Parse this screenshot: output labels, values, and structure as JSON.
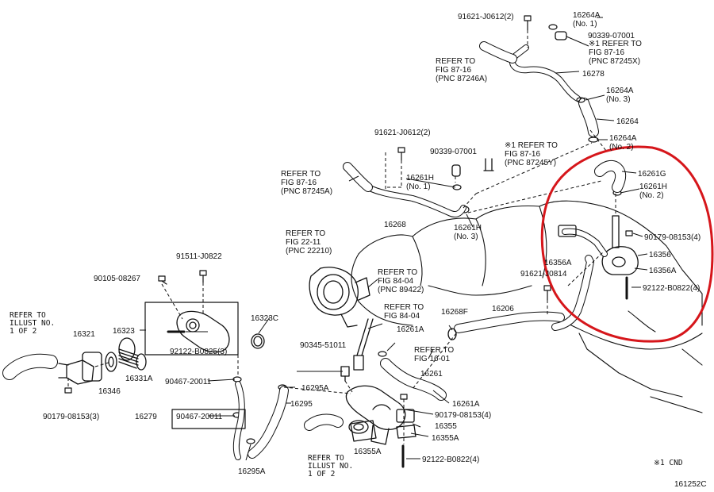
{
  "labels": [
    {
      "id": "91621-J0612-top",
      "lines": [
        "91621-J0612(2)"
      ]
    },
    {
      "id": "16264A-no1",
      "lines": [
        "16264A",
        "(No. 1)"
      ]
    },
    {
      "id": "90339-07001-top",
      "lines": [
        "90339-07001"
      ]
    },
    {
      "id": "refer-87245x",
      "lines": [
        "※1 REFER TO",
        "FIG 87-16",
        "(PNC 87245X)"
      ]
    },
    {
      "id": "refer-87246a",
      "lines": [
        "REFER TO",
        "FIG 87-16",
        "(PNC 87246A)"
      ]
    },
    {
      "id": "16278",
      "lines": [
        "16278"
      ]
    },
    {
      "id": "16264A-no3",
      "lines": [
        "16264A",
        "(No. 3)"
      ]
    },
    {
      "id": "16264",
      "lines": [
        "16264"
      ]
    },
    {
      "id": "16264A-no2",
      "lines": [
        "16264A",
        "(No. 2)"
      ]
    },
    {
      "id": "91621-J0612-mid",
      "lines": [
        "91621-J0612(2)"
      ]
    },
    {
      "id": "90339-07001-mid",
      "lines": [
        "90339-07001"
      ]
    },
    {
      "id": "refer-87245y",
      "lines": [
        "※1 REFER TO",
        "FIG 87-16",
        "(PNC 87245Y)"
      ]
    },
    {
      "id": "16261G",
      "lines": [
        "16261G"
      ]
    },
    {
      "id": "16261H-no2",
      "lines": [
        "16261H",
        "(No. 2)"
      ]
    },
    {
      "id": "refer-87245a",
      "lines": [
        "REFER TO",
        "FIG 87-16",
        "(PNC 87245A)"
      ]
    },
    {
      "id": "16261H-no1",
      "lines": [
        "16261H",
        "(No. 1)"
      ]
    },
    {
      "id": "16268",
      "lines": [
        "16268"
      ]
    },
    {
      "id": "16261H-no3",
      "lines": [
        "16261H",
        "(No. 3)"
      ]
    },
    {
      "id": "refer-22210",
      "lines": [
        "REFER TO",
        "FIG 22-11",
        "(PNC 22210)"
      ]
    },
    {
      "id": "90179-08153-right",
      "lines": [
        "90179-08153(4)"
      ]
    },
    {
      "id": "16356",
      "lines": [
        "16356"
      ]
    },
    {
      "id": "16356A-left",
      "lines": [
        "16356A"
      ]
    },
    {
      "id": "16356A-right",
      "lines": [
        "16356A"
      ]
    },
    {
      "id": "91621-J0814",
      "lines": [
        "91621-J0814"
      ]
    },
    {
      "id": "92122-B0822-right",
      "lines": [
        "92122-B0822(4)"
      ]
    },
    {
      "id": "91511-J0822",
      "lines": [
        "91511-J0822"
      ]
    },
    {
      "id": "90105-08267",
      "lines": [
        "90105-08267"
      ]
    },
    {
      "id": "refer-89422",
      "lines": [
        "REFER TO",
        "FIG 84-04",
        "(PNC 89422)"
      ]
    },
    {
      "id": "refer-84-04",
      "lines": [
        "REFER TO",
        "FIG 84-04"
      ]
    },
    {
      "id": "16268F",
      "lines": [
        "16268F"
      ]
    },
    {
      "id": "16206",
      "lines": [
        "16206"
      ]
    },
    {
      "id": "16261A-upper",
      "lines": [
        "16261A"
      ]
    },
    {
      "id": "refer-16-01",
      "lines": [
        "REFER TO",
        "FIG 16-01"
      ]
    },
    {
      "id": "16261",
      "lines": [
        "16261"
      ]
    },
    {
      "id": "refer-illust-left",
      "lines": [
        "REFER TO",
        "ILLUST NO.",
        "1 OF 2"
      ]
    },
    {
      "id": "16321",
      "lines": [
        "16321"
      ]
    },
    {
      "id": "16323",
      "lines": [
        "16323"
      ]
    },
    {
      "id": "16323C",
      "lines": [
        "16323C"
      ]
    },
    {
      "id": "92122-B0825",
      "lines": [
        "92122-B0825(3)"
      ]
    },
    {
      "id": "16346",
      "lines": [
        "16346"
      ]
    },
    {
      "id": "16331A",
      "lines": [
        "16331A"
      ]
    },
    {
      "id": "90345-51011",
      "lines": [
        "90345-51011"
      ]
    },
    {
      "id": "90467-20011-upper",
      "lines": [
        "90467-20011"
      ]
    },
    {
      "id": "16295A-upper",
      "lines": [
        "16295A"
      ]
    },
    {
      "id": "16261A-lower",
      "lines": [
        "16261A"
      ]
    },
    {
      "id": "90179-08153-left",
      "lines": [
        "90179-08153(3)"
      ]
    },
    {
      "id": "16279",
      "lines": [
        "16279"
      ]
    },
    {
      "id": "90467-20011-lower",
      "lines": [
        "90467-20011"
      ]
    },
    {
      "id": "16295",
      "lines": [
        "16295"
      ]
    },
    {
      "id": "90179-08153-center",
      "lines": [
        "90179-08153(4)"
      ]
    },
    {
      "id": "16355",
      "lines": [
        "16355"
      ]
    },
    {
      "id": "16355A-right",
      "lines": [
        "16355A"
      ]
    },
    {
      "id": "16355A-left",
      "lines": [
        "16355A"
      ]
    },
    {
      "id": "refer-illust-bottom",
      "lines": [
        "REFER TO",
        "ILLUST NO.",
        "1 OF 2"
      ]
    },
    {
      "id": "92122-B0822-bottom",
      "lines": [
        "92122-B0822(4)"
      ]
    },
    {
      "id": "16295A-lower",
      "lines": [
        "16295A"
      ]
    },
    {
      "id": "footnote-cnd",
      "lines": [
        "※1 CND"
      ]
    },
    {
      "id": "diagram-code",
      "lines": [
        "161252C"
      ]
    }
  ],
  "highlight_color": "#d6161b",
  "line_color": "#111111"
}
